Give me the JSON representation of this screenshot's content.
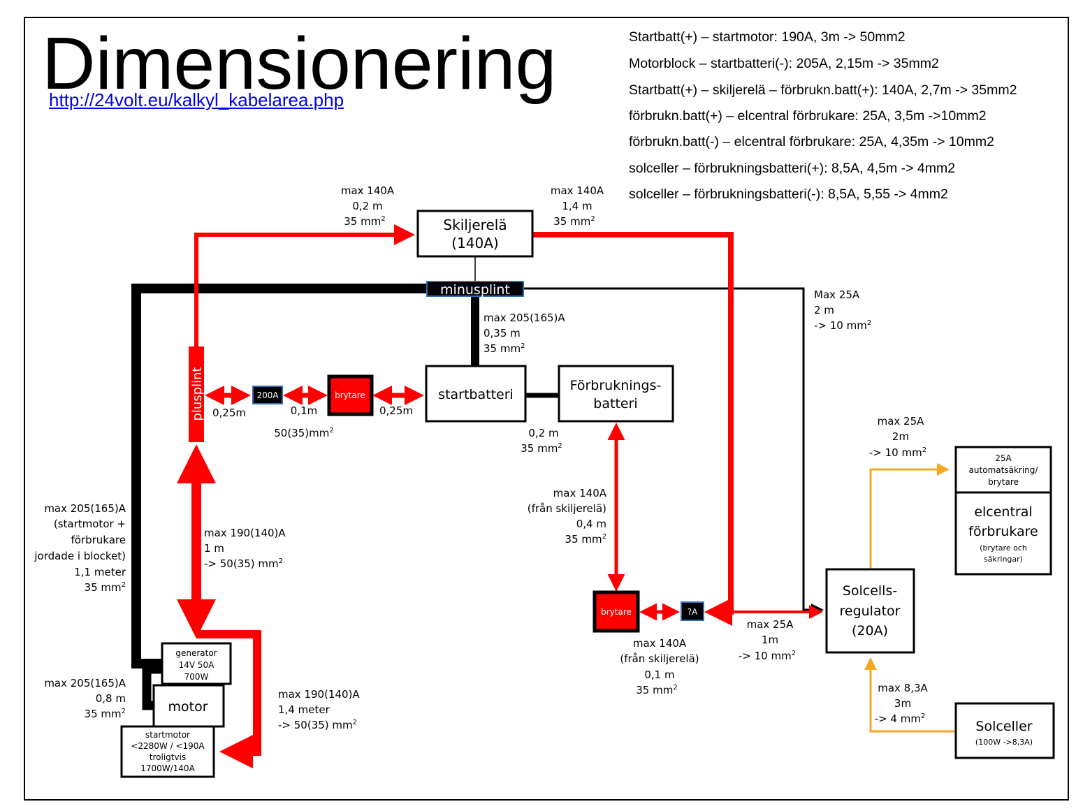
{
  "title": "Dimensionering",
  "link": "http://24volt.eu/kalkyl_kabelarea.php",
  "specs": [
    "Startbatt(+) – startmotor: 190A, 3m -> 50mm2",
    "Motorblock – startbatteri(-): 205A, 2,15m -> 35mm2",
    "Startbatt(+) – skiljerelä – förbrukn.batt(+): 140A, 2,7m -> 35mm2",
    "förbrukn.batt(+) – elcentral förbrukare: 25A, 3,5m ->10mm2",
    "förbrukn.batt(-) – elcentral förbrukare:  25A, 4,35m -> 10mm2",
    "solceller – förbrukningsbatteri(+): 8,5A, 4,5m -> 4mm2",
    "solceller – förbrukningsbatteri(-): 8,5A, 5,55 -> 4mm2"
  ],
  "colors": {
    "plus": "#ff0000",
    "minus": "#000000",
    "solar": "#f5a623",
    "plinth": "#2f6fb5"
  },
  "boxes": {
    "skiljerela": [
      "Skiljerelä",
      "(140A)"
    ],
    "minusplint": "minusplint",
    "startbatteri": "startbatteri",
    "forbrukningsbatteri": [
      "Förbruknings-",
      "batteri"
    ],
    "plusplint": "plusplint",
    "fuse200": "200A",
    "brytare1": "brytare",
    "brytare2": "brytare",
    "fuseq": "?A",
    "generator": [
      "generator",
      "14V 50A",
      "700W"
    ],
    "motor": "motor",
    "startmotor": [
      "startmotor",
      "<2280W / <190A",
      "troligtvis",
      "1700W/140A"
    ],
    "solcellsregulator": [
      "Solcells-",
      "regulator",
      "(20A)"
    ],
    "automatsakring": [
      "25A",
      "automatsäkring/",
      "brytare"
    ],
    "elcentral": [
      "elcentral",
      "förbrukare"
    ],
    "elcentral_sub": [
      "(brytare och",
      "säkringar)"
    ],
    "solceller": "Solceller",
    "solceller_sub": "(100W ->8,3A)"
  },
  "labels": {
    "top_left": [
      "max 140A",
      "0,2 m",
      "35 mm"
    ],
    "top_right": [
      "max 140A",
      "1,4 m",
      "35 mm"
    ],
    "minus_start": [
      "max 205(165)A",
      "0,35 m",
      "35 mm"
    ],
    "minus_right": [
      "Max 25A",
      "2 m",
      "-> 10 mm"
    ],
    "d025a": "0,25m",
    "d01": "0,1m",
    "d025b": "0,25m",
    "area50": "50(35)mm",
    "start_forb": [
      "0,2 m",
      "35 mm"
    ],
    "forb_brytare": [
      "max 140A",
      "(från skiljerelä)",
      "0,4 m",
      "35 mm"
    ],
    "ground_left": [
      "max 205(165)A",
      "(startmotor +",
      "förbrukare",
      "jordade i blocket)",
      "1,1 meter",
      "35 mm"
    ],
    "plus_motor": [
      "max 190(140)A",
      "1 m",
      "-> 50(35) mm"
    ],
    "motor_ground": [
      "max 205(165)A",
      "0,8 m",
      "35 mm"
    ],
    "startmotor_cable": [
      "max 190(140)A",
      "1,4 meter",
      "-> 50(35) mm"
    ],
    "brytare_q": [
      "max 140A",
      "(från skiljerelä)",
      "0,1 m",
      "35 mm"
    ],
    "q_reg": [
      "max 25A",
      "1m",
      "-> 10 mm"
    ],
    "reg_auto": [
      "max 25A",
      "2m",
      "-> 10 mm"
    ],
    "sol_reg": [
      "max 8,3A",
      "3m",
      "-> 4 mm"
    ],
    "sup": "2"
  }
}
